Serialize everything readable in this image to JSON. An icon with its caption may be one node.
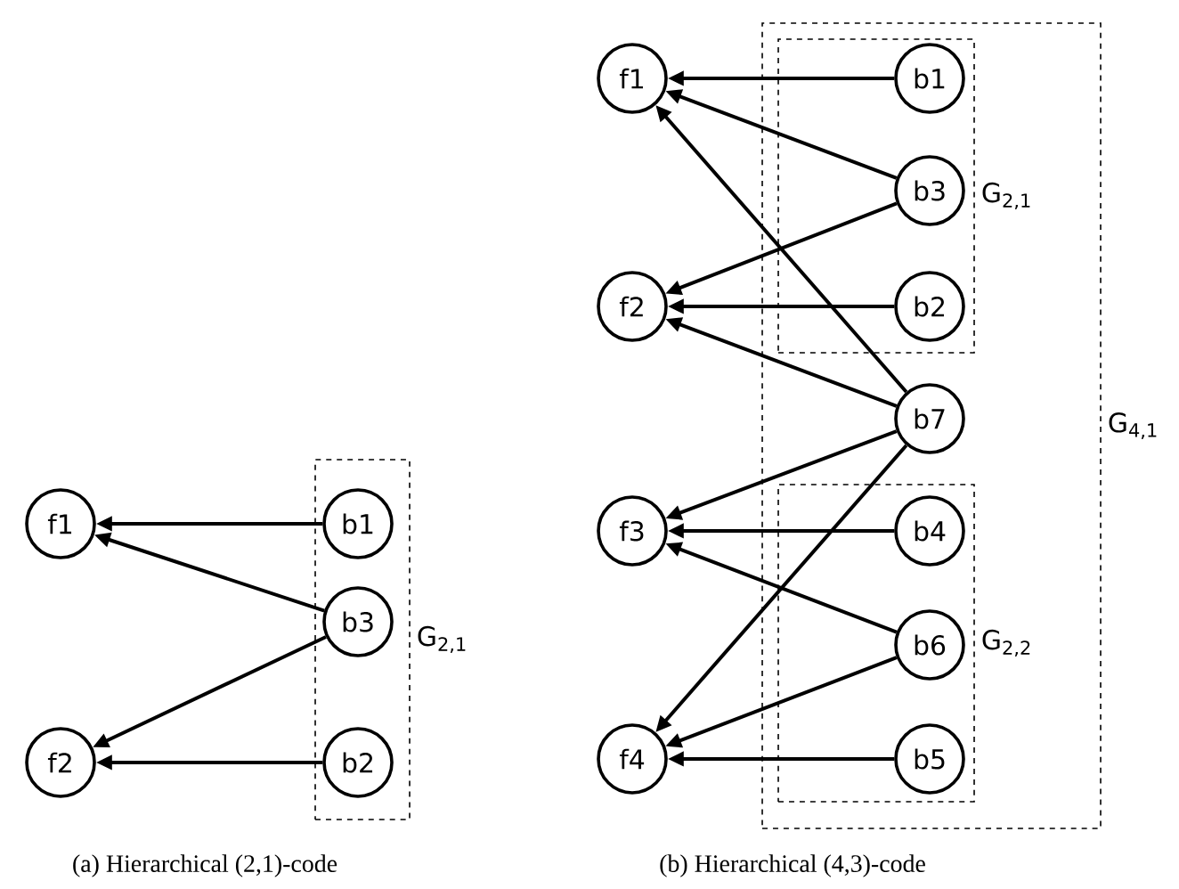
{
  "diagram": {
    "nodes": [
      {
        "text": [
          "G$_{2,1}$"
        ]
      },
      {
        "text": [
          "f1"
        ]
      },
      {
        "text": [
          "f2"
        ]
      },
      {
        "text": [
          "b1"
        ],
        "in": 0
      },
      {
        "text": [
          "b3"
        ],
        "in": 0
      },
      {
        "text": [
          "b2"
        ],
        "in": 0
      },
      {
        "text": [
          "G$_{4,1}$"
        ]
      },
      {
        "text": [
          "G$_{2,1}$"
        ],
        "in": 6
      },
      {
        "text": [
          "G$_{2,2}$"
        ],
        "in": 6
      },
      {
        "text": [
          "f1"
        ]
      },
      {
        "text": [
          "f2"
        ]
      },
      {
        "text": [
          "f3"
        ]
      },
      {
        "text": [
          "f4"
        ]
      },
      {
        "text": [
          "b1"
        ],
        "in": 7
      },
      {
        "text": [
          "b3"
        ],
        "in": 7
      },
      {
        "text": [
          "b2"
        ],
        "in": 7
      },
      {
        "text": [
          "b7"
        ],
        "in": 6
      },
      {
        "text": [
          "b4"
        ],
        "in": 8
      },
      {
        "text": [
          "b6"
        ],
        "in": 8
      },
      {
        "text": [
          "b5"
        ],
        "in": 8
      }
    ],
    "edges": [
      {
        "from": 3,
        "to": 1,
        "arrow": "to"
      },
      {
        "from": 4,
        "to": 1,
        "arrow": "to"
      },
      {
        "from": 4,
        "to": 2,
        "arrow": "to"
      },
      {
        "from": 5,
        "to": 2,
        "arrow": "to"
      },
      {
        "from": 13,
        "to": 9,
        "arrow": "to"
      },
      {
        "from": 14,
        "to": 9,
        "arrow": "to"
      },
      {
        "from": 14,
        "to": 10,
        "arrow": "to"
      },
      {
        "from": 15,
        "to": 10,
        "arrow": "to"
      },
      {
        "from": 16,
        "to": 9,
        "arrow": "to"
      },
      {
        "from": 16,
        "to": 10,
        "arrow": "to"
      },
      {
        "from": 16,
        "to": 11,
        "arrow": "to"
      },
      {
        "from": 16,
        "to": 12,
        "arrow": "to"
      },
      {
        "from": 17,
        "to": 11,
        "arrow": "to"
      },
      {
        "from": 18,
        "to": 11,
        "arrow": "to"
      },
      {
        "from": 18,
        "to": 12,
        "arrow": "to"
      },
      {
        "from": 19,
        "to": 12,
        "arrow": "to"
      }
    ],
    "labels": [
      "(a) Hierarchical (2,1)-code",
      "(b) Hierarchical (4,3)-code"
    ]
  }
}
